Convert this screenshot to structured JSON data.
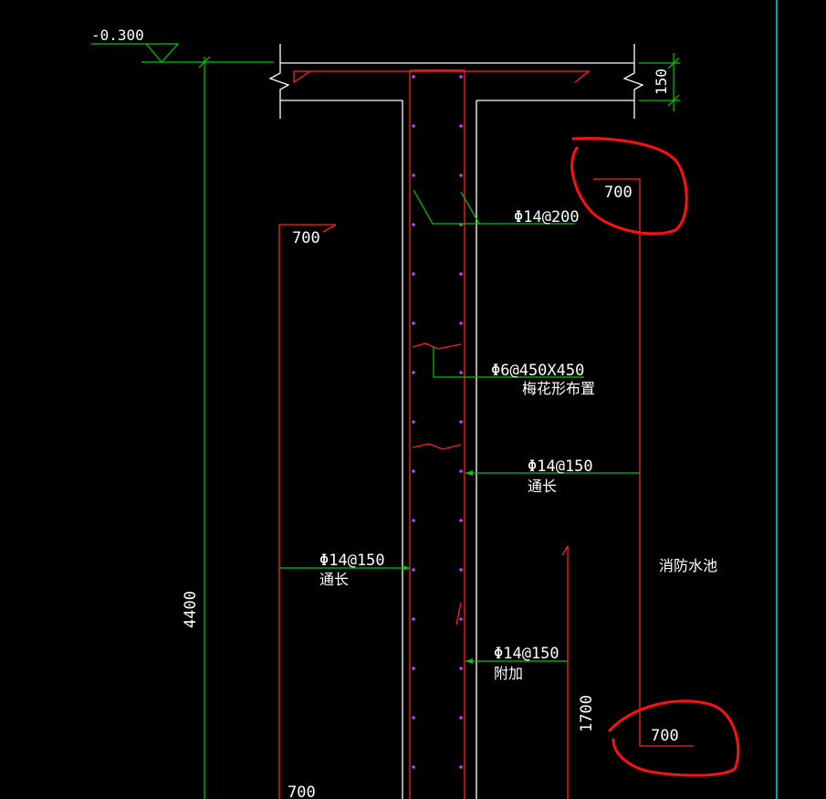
{
  "colors": {
    "background": "#000000",
    "concrete_outline": "#ffffff",
    "rebar": "#ff2020",
    "dimension_leader": "#00c800",
    "rebar_dots": "#c040ff",
    "frame_line": "#00d8e0",
    "markup_circle": "#ff1010",
    "text": "#ffffff"
  },
  "elevation": {
    "label": "-0.300"
  },
  "dimensions": {
    "slab_thickness": "150",
    "wall_height": "4400",
    "additional_bar_length": "1700"
  },
  "anchorage_labels": {
    "top_right": "700",
    "top_left": "700",
    "bottom_right": "700",
    "bottom_left": "700"
  },
  "rebar_callouts": {
    "distribution": {
      "spec": "Φ14@200"
    },
    "tie_bars": {
      "spec": "Φ6@450X450",
      "note": "梅花形布置"
    },
    "inner_through": {
      "spec": "Φ14@150",
      "note": "通长"
    },
    "outer_through": {
      "spec": "Φ14@150",
      "note": "通长"
    },
    "additional": {
      "spec": "Φ14@150",
      "note": "附加"
    }
  },
  "space_label": "消防水池"
}
